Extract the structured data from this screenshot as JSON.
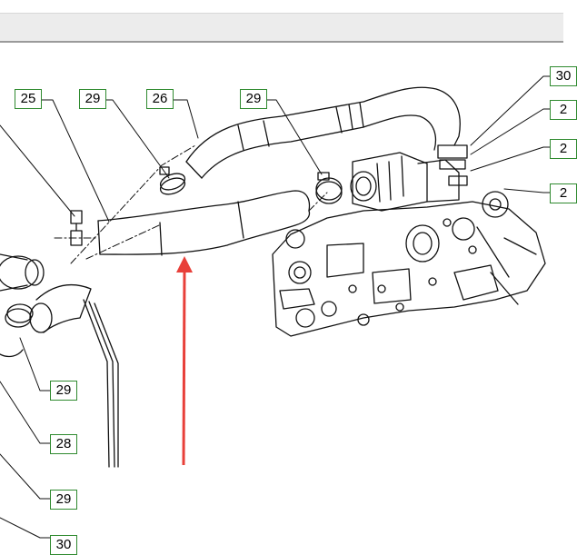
{
  "callouts": {
    "c25": "25",
    "c29_top_left": "29",
    "c26": "26",
    "c29_top_mid": "29",
    "c30_right": "30",
    "c2x_right_a": "2",
    "c2x_right_b": "2",
    "c2x_right_c": "2",
    "c29_left_a": "29",
    "c28_left": "28",
    "c29_left_b": "29",
    "c30_bottom": "30"
  },
  "colors": {
    "callout_border": "#2f8a2f",
    "arrow": "#e8403a",
    "drawing_line": "#111111"
  }
}
